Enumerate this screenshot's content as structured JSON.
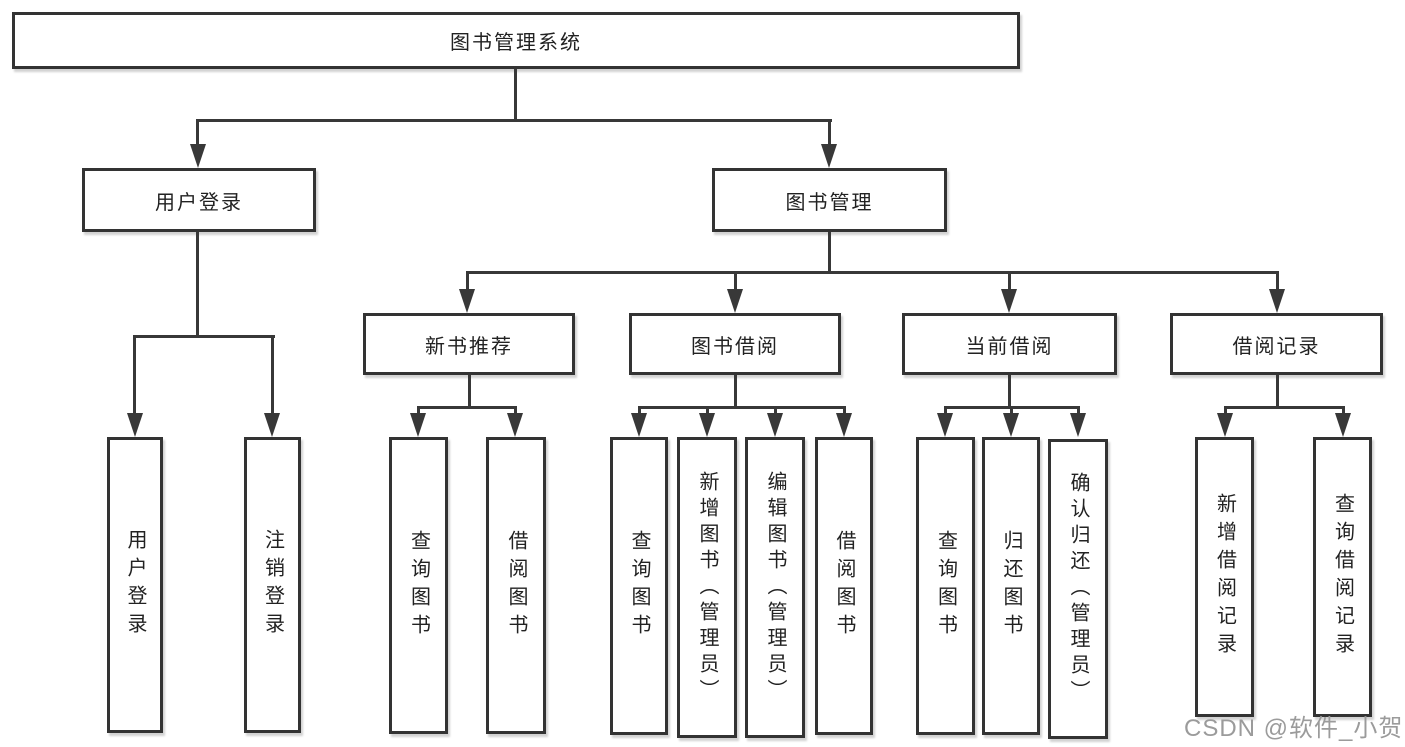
{
  "tree": {
    "root": {
      "label": "图书管理系统"
    },
    "level2": [
      {
        "id": "user-login",
        "label": "用户登录"
      },
      {
        "id": "book-management",
        "label": "图书管理"
      }
    ],
    "level3": [
      {
        "id": "new-book-recommend",
        "label": "新书推荐"
      },
      {
        "id": "book-borrowing",
        "label": "图书借阅"
      },
      {
        "id": "current-borrowing",
        "label": "当前借阅"
      },
      {
        "id": "borrowing-records",
        "label": "借阅记录"
      }
    ],
    "leafGroups": [
      {
        "parent": "用户登录",
        "items": [
          {
            "label": "用户登录"
          },
          {
            "label": "注销登录"
          }
        ]
      },
      {
        "parent": "新书推荐",
        "items": [
          {
            "label": "查询图书"
          },
          {
            "label": "借阅图书"
          }
        ]
      },
      {
        "parent": "图书借阅",
        "items": [
          {
            "label": "查询图书"
          },
          {
            "label": "新增图书（管理员）"
          },
          {
            "label": "编辑图书（管理员）"
          },
          {
            "label": "借阅图书"
          }
        ]
      },
      {
        "parent": "当前借阅",
        "items": [
          {
            "label": "查询图书"
          },
          {
            "label": "归还图书"
          },
          {
            "label": "确认归还（管理员）"
          }
        ]
      },
      {
        "parent": "借阅记录",
        "items": [
          {
            "label": "新增借阅记录"
          },
          {
            "label": "查询借阅记录"
          }
        ]
      }
    ]
  },
  "watermark": {
    "text": "CSDN @软件_小贺同学"
  },
  "colors": {
    "line": "#383838",
    "border": "#333333",
    "text": "#222222",
    "watermark": "#9b9b9b",
    "background": "#ffffff"
  }
}
